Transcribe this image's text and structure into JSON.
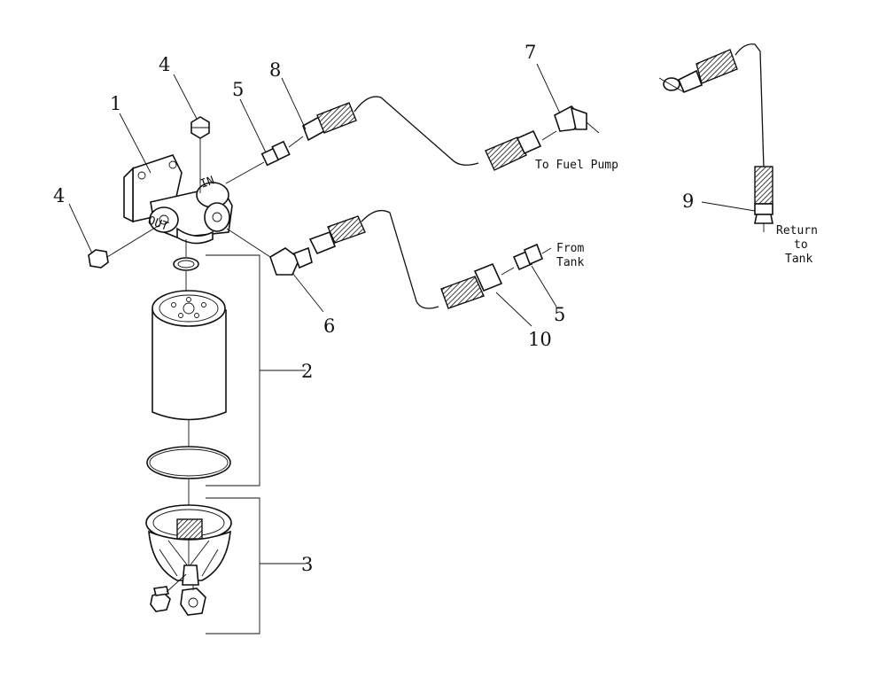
{
  "callouts": {
    "c1": "1",
    "c2": "2",
    "c3": "3",
    "c4a": "4",
    "c4b": "4",
    "c5a": "5",
    "c5b": "5",
    "c6": "6",
    "c7": "7",
    "c8": "8",
    "c9": "9",
    "c10": "10"
  },
  "notes": {
    "to_fuel_pump": "To Fuel Pump",
    "from_tank_line1": "From",
    "from_tank_line2": "Tank",
    "return_line1": "Return",
    "return_line2": "to",
    "return_line3": "Tank"
  },
  "head_marks": {
    "in": "IN",
    "out": "OUT"
  }
}
